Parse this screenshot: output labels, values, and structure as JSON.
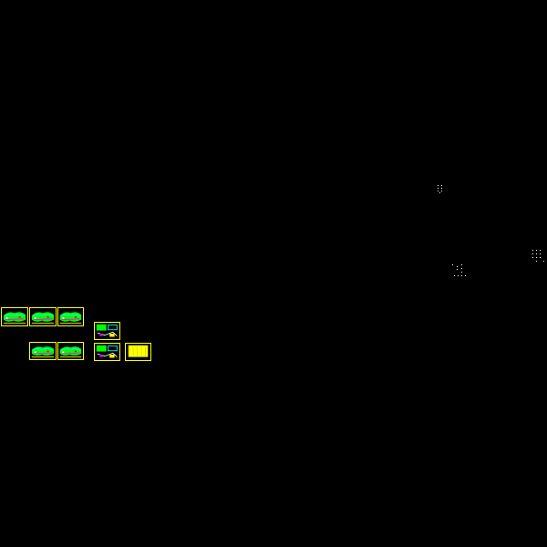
{
  "app": {
    "background": "#000000"
  },
  "colors": {
    "frame": "#ffff00",
    "green": "#00ff00",
    "cyan": "#00ffff",
    "magenta": "#ff00ff",
    "white": "#ffffff",
    "red": "#ff0000",
    "blue": "#0000ff",
    "yellow_fill": "#ffff00"
  },
  "sheets": [
    {
      "id": "sheet-1",
      "style": "plan"
    },
    {
      "id": "sheet-2",
      "style": "plan"
    },
    {
      "id": "sheet-3",
      "style": "plan"
    },
    {
      "id": "sheet-4",
      "style": "plan"
    },
    {
      "id": "sheet-5",
      "style": "plan"
    },
    {
      "id": "sheet-6",
      "style": "detail"
    },
    {
      "id": "sheet-7",
      "style": "detail"
    },
    {
      "id": "sheet-8",
      "style": "hatched"
    }
  ],
  "marker_groups": [
    {
      "id": "markers-a"
    },
    {
      "id": "markers-b"
    },
    {
      "id": "markers-c"
    }
  ]
}
